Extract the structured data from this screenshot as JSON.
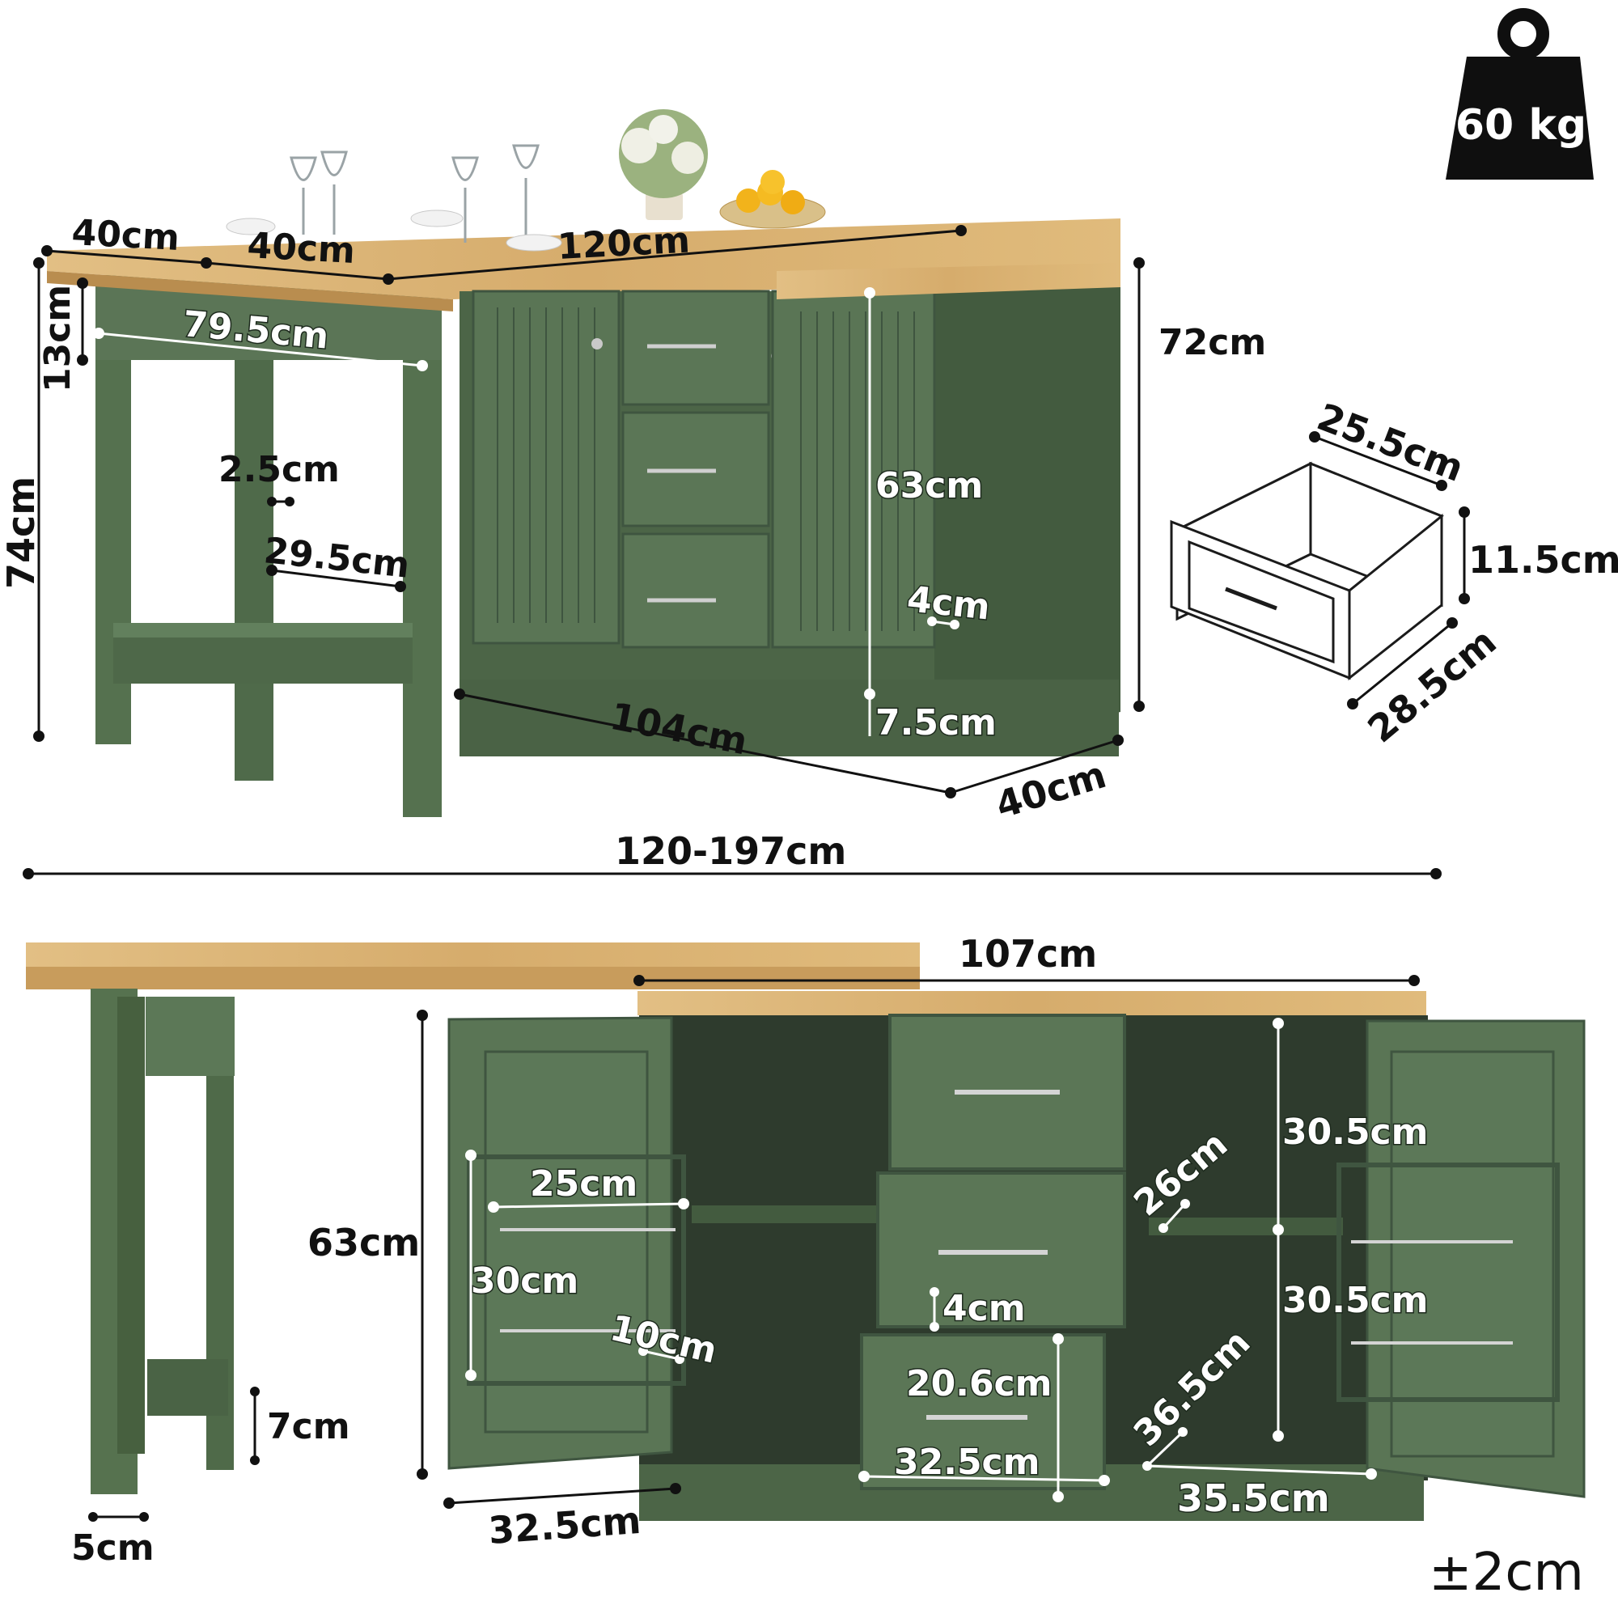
{
  "weight_badge": {
    "label": "60 kg"
  },
  "tolerance": "±2cm",
  "top_view": {
    "leaf_width_1": "40cm",
    "leaf_width_2": "40cm",
    "top_length": "120cm",
    "apron_height": "13cm",
    "table_height": "74cm",
    "leg_span": "79.5cm",
    "leg_thickness": "2.5cm",
    "leg_depth": "29.5cm",
    "cabinet_height": "72cm",
    "door_height": "63cm",
    "plinth_gap": "4cm",
    "plinth_height": "7.5cm",
    "cabinet_length": "104cm",
    "cabinet_depth": "40cm"
  },
  "drawer_detail": {
    "width": "25.5cm",
    "height": "11.5cm",
    "depth": "28.5cm"
  },
  "extension": {
    "range": "120-197cm"
  },
  "front_view": {
    "cabinet_width": "107cm",
    "cabinet_height": "63cm",
    "rack_width": "25cm",
    "rack_height": "30cm",
    "rack_depth": "10cm",
    "foot_height": "7cm",
    "leg_width": "5cm",
    "door_depth": "32.5cm",
    "shelf_depth": "26cm",
    "drawer_gap": "4cm",
    "drawer_height": "20.6cm",
    "drawer_width": "32.5cm",
    "diagonal_depth": "36.5cm",
    "shelf_height_top": "30.5cm",
    "shelf_height_bottom": "30.5cm",
    "bay_width": "35.5cm"
  },
  "colors": {
    "cabinet_green": "#5b7356",
    "cabinet_dark": "#3f5540",
    "wood_top": "#d9b477",
    "wood_edge": "#b98d4f",
    "interior": "#2d3a2c",
    "badge": "#0f0f0f"
  }
}
